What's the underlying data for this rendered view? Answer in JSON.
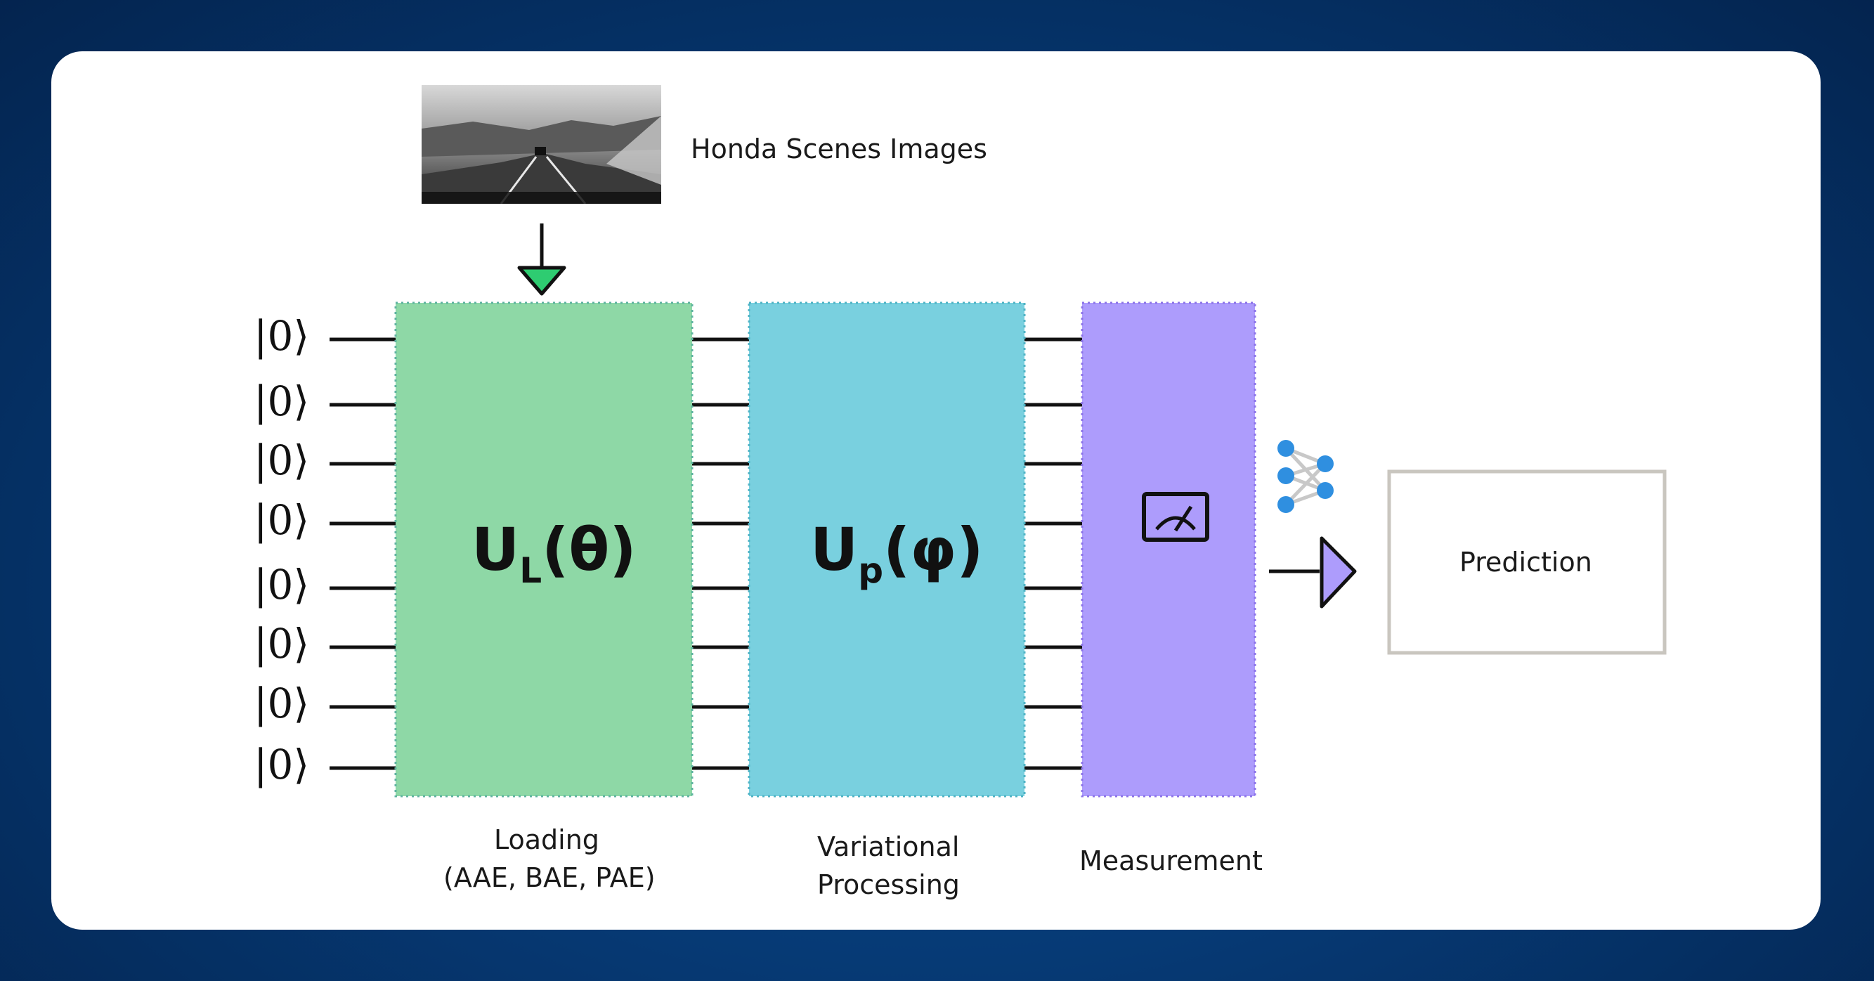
{
  "input": {
    "caption": "Honda Scenes Images",
    "photo_icon": "road-scene-image"
  },
  "qubits": {
    "kets": [
      "|0⟩",
      "|0⟩",
      "|0⟩",
      "|0⟩",
      "|0⟩",
      "|0⟩",
      "|0⟩",
      "|0⟩"
    ]
  },
  "gates": {
    "loading": {
      "symbol": "UL(θ)",
      "label_line1": "Loading",
      "label_line2": "(AAE, BAE, PAE)",
      "color": "#8ed8a6"
    },
    "variational": {
      "symbol": "Up(φ)",
      "label_line1": "Variational",
      "label_line2": "Processing",
      "color": "#79d0df"
    },
    "measurement": {
      "icon": "meter-icon",
      "label": "Measurement",
      "color": "#ad9cfc"
    }
  },
  "output": {
    "network_icon": "neural-network-icon",
    "arrow_color": "#ad9cfc",
    "prediction_label": "Prediction"
  },
  "colors": {
    "background": "#063a75",
    "input_arrow_head": "#2ecc71",
    "network_node": "#2f8fe0"
  }
}
